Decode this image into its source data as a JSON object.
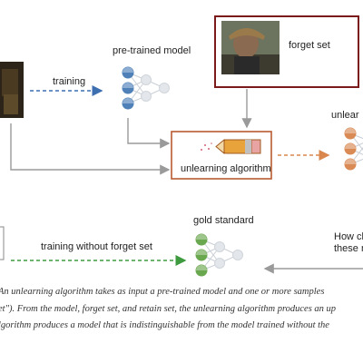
{
  "labels": {
    "training": "training",
    "pretrained": "pre-trained model",
    "forget_set": "forget set",
    "unlearning_algorithm": "unlearning algorithm",
    "unlearned_partial": "unlear",
    "gold_standard": "gold standard",
    "training_without_forget": "training without forget set",
    "how_close_partial": "How clo",
    "these_partial": "these m"
  },
  "caption": [
    "An unlearning algorithm takes as input a pre-trained model and one or more samples",
    "et\"). From the model, forget set, and retain set, the unlearning algorithm produces an up",
    "lgorithm produces a model that is indistinguishable from the model trained without the"
  ],
  "colors": {
    "pretrained_nodes": "#4f80b8",
    "unlearned_nodes": "#d98a55",
    "gold_nodes": "#6aa84f",
    "training_arrow": "#3d6fb0",
    "gold_arrow": "#3e9a3e",
    "unlearned_arrow": "#d9874d",
    "gray_arrow": "#9a9a9a",
    "photo_frame": "#7a1a1a"
  }
}
